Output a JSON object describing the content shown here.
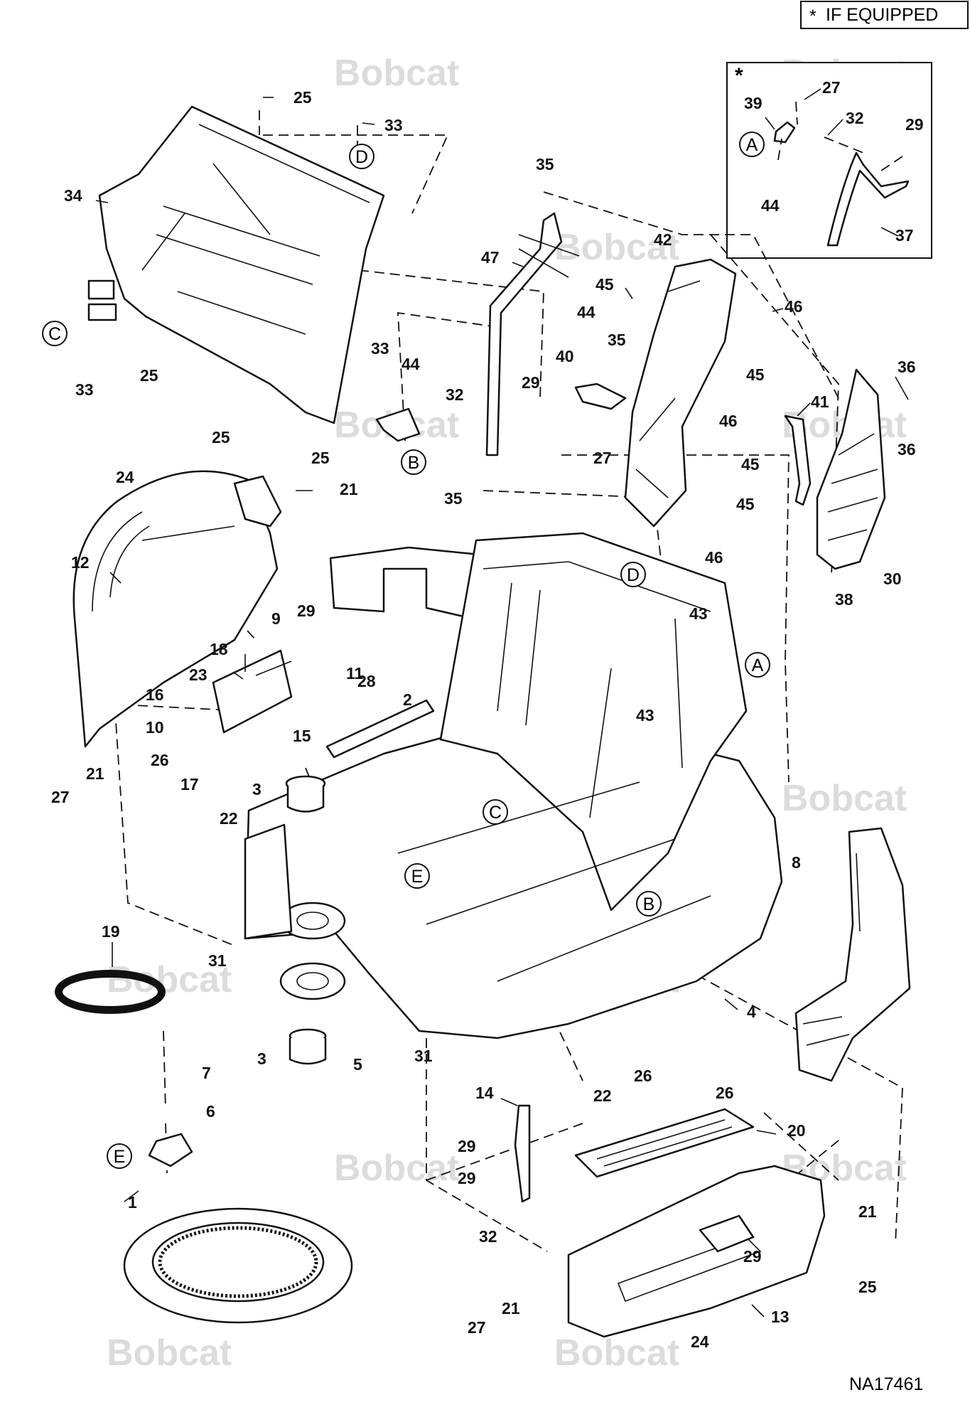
{
  "header": {
    "note_symbol": "*",
    "note_text": "IF EQUIPPED"
  },
  "inset": {
    "symbol": "*"
  },
  "drawing_number": "NA17461",
  "watermark_text": "Bobcat",
  "reference_circles": [
    "A",
    "B",
    "C",
    "D",
    "E"
  ],
  "callouts": [
    "1",
    "2",
    "3",
    "4",
    "5",
    "6",
    "7",
    "8",
    "9",
    "10",
    "11",
    "12",
    "13",
    "14",
    "15",
    "16",
    "17",
    "18",
    "19",
    "20",
    "21",
    "22",
    "23",
    "24",
    "25",
    "26",
    "27",
    "28",
    "29",
    "30",
    "31",
    "32",
    "33",
    "34",
    "35",
    "36",
    "37",
    "38",
    "39",
    "40",
    "41",
    "42",
    "43",
    "44",
    "45",
    "46",
    "47"
  ],
  "colors": {
    "line": "#111111",
    "background": "#ffffff",
    "watermark": "#dcdcdc"
  }
}
